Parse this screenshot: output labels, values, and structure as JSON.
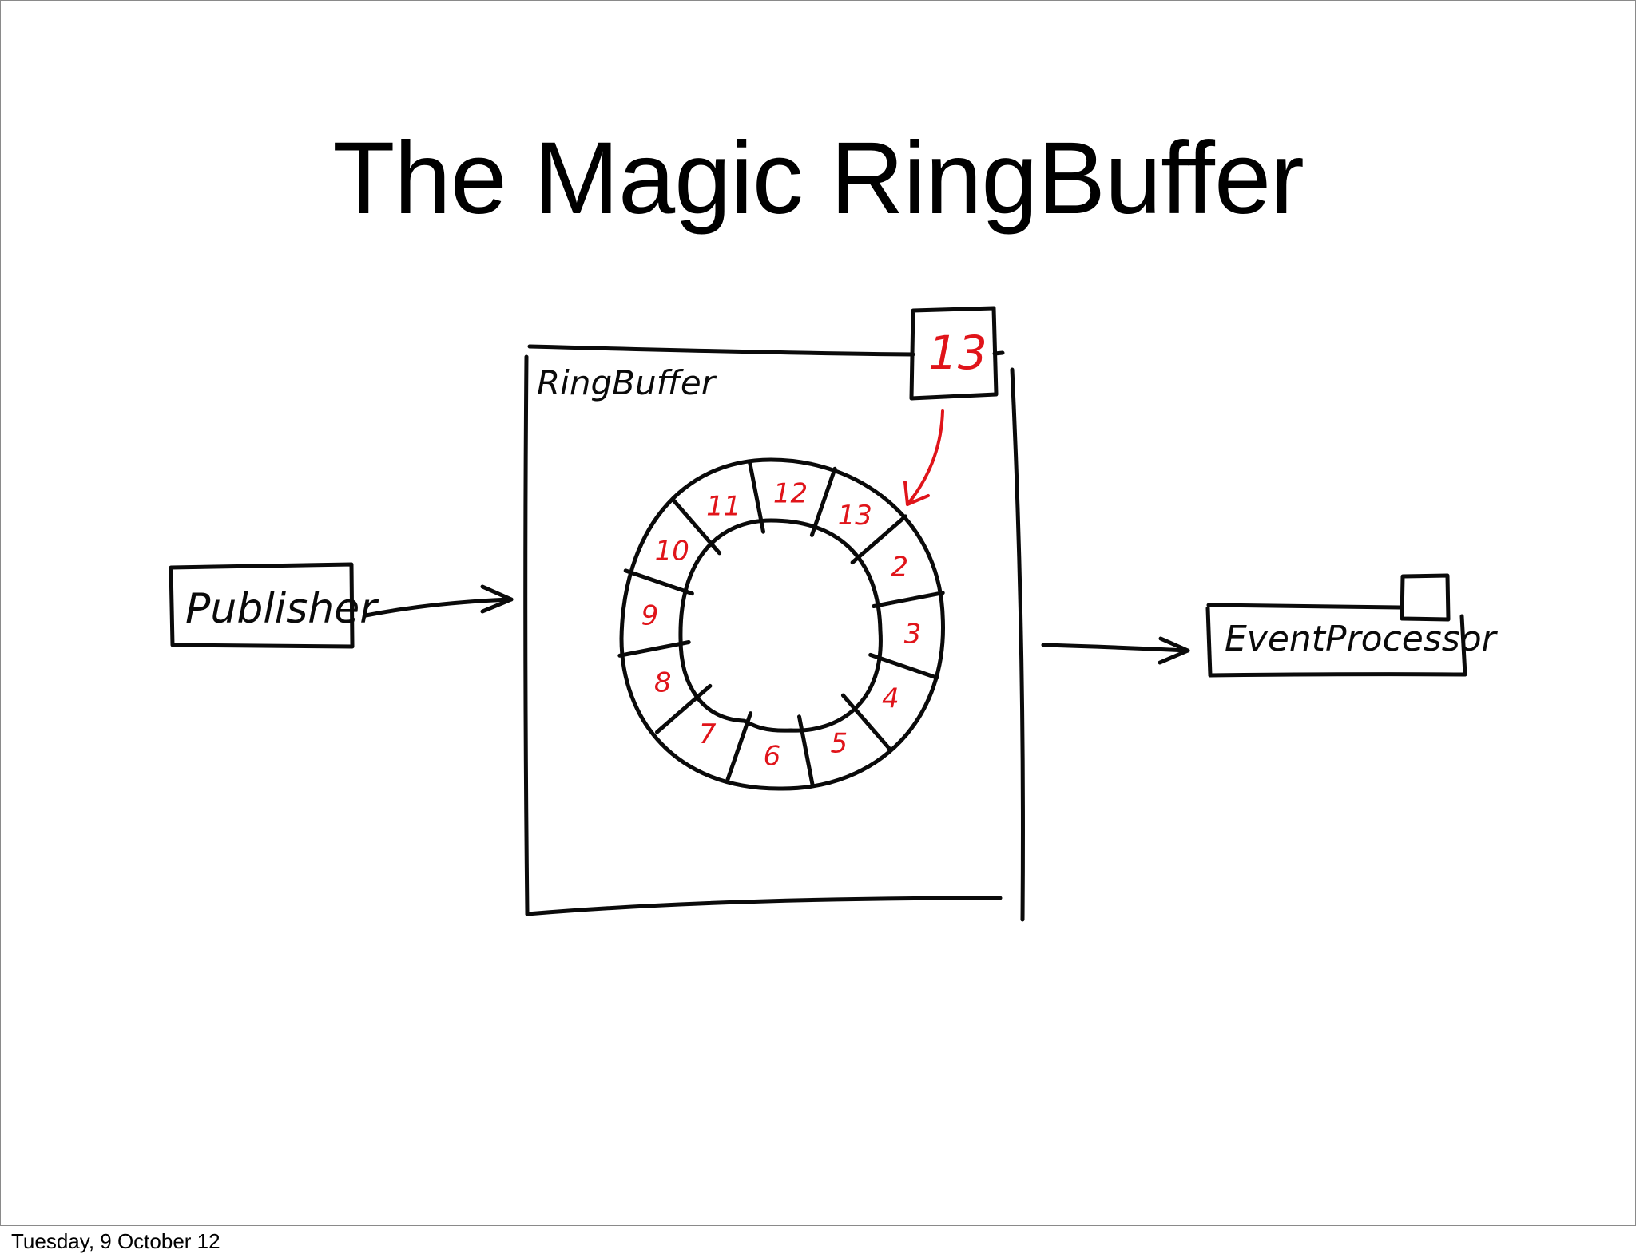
{
  "slide": {
    "title": "The Magic RingBuffer",
    "footer_date": "Tuesday, 9 October 12"
  },
  "diagram": {
    "publisher_label": "Publisher",
    "ringbuffer_label": "RingBuffer",
    "cursor_value": "13",
    "event_processor_label": "EventProcessor",
    "slots": [
      "13",
      "2",
      "3",
      "4",
      "5",
      "6",
      "7",
      "8",
      "9",
      "10",
      "11",
      "12"
    ],
    "colors": {
      "ink": "#0a0a0a",
      "slot_text": "#e0141a",
      "cursor_arrow": "#e0141a"
    }
  }
}
